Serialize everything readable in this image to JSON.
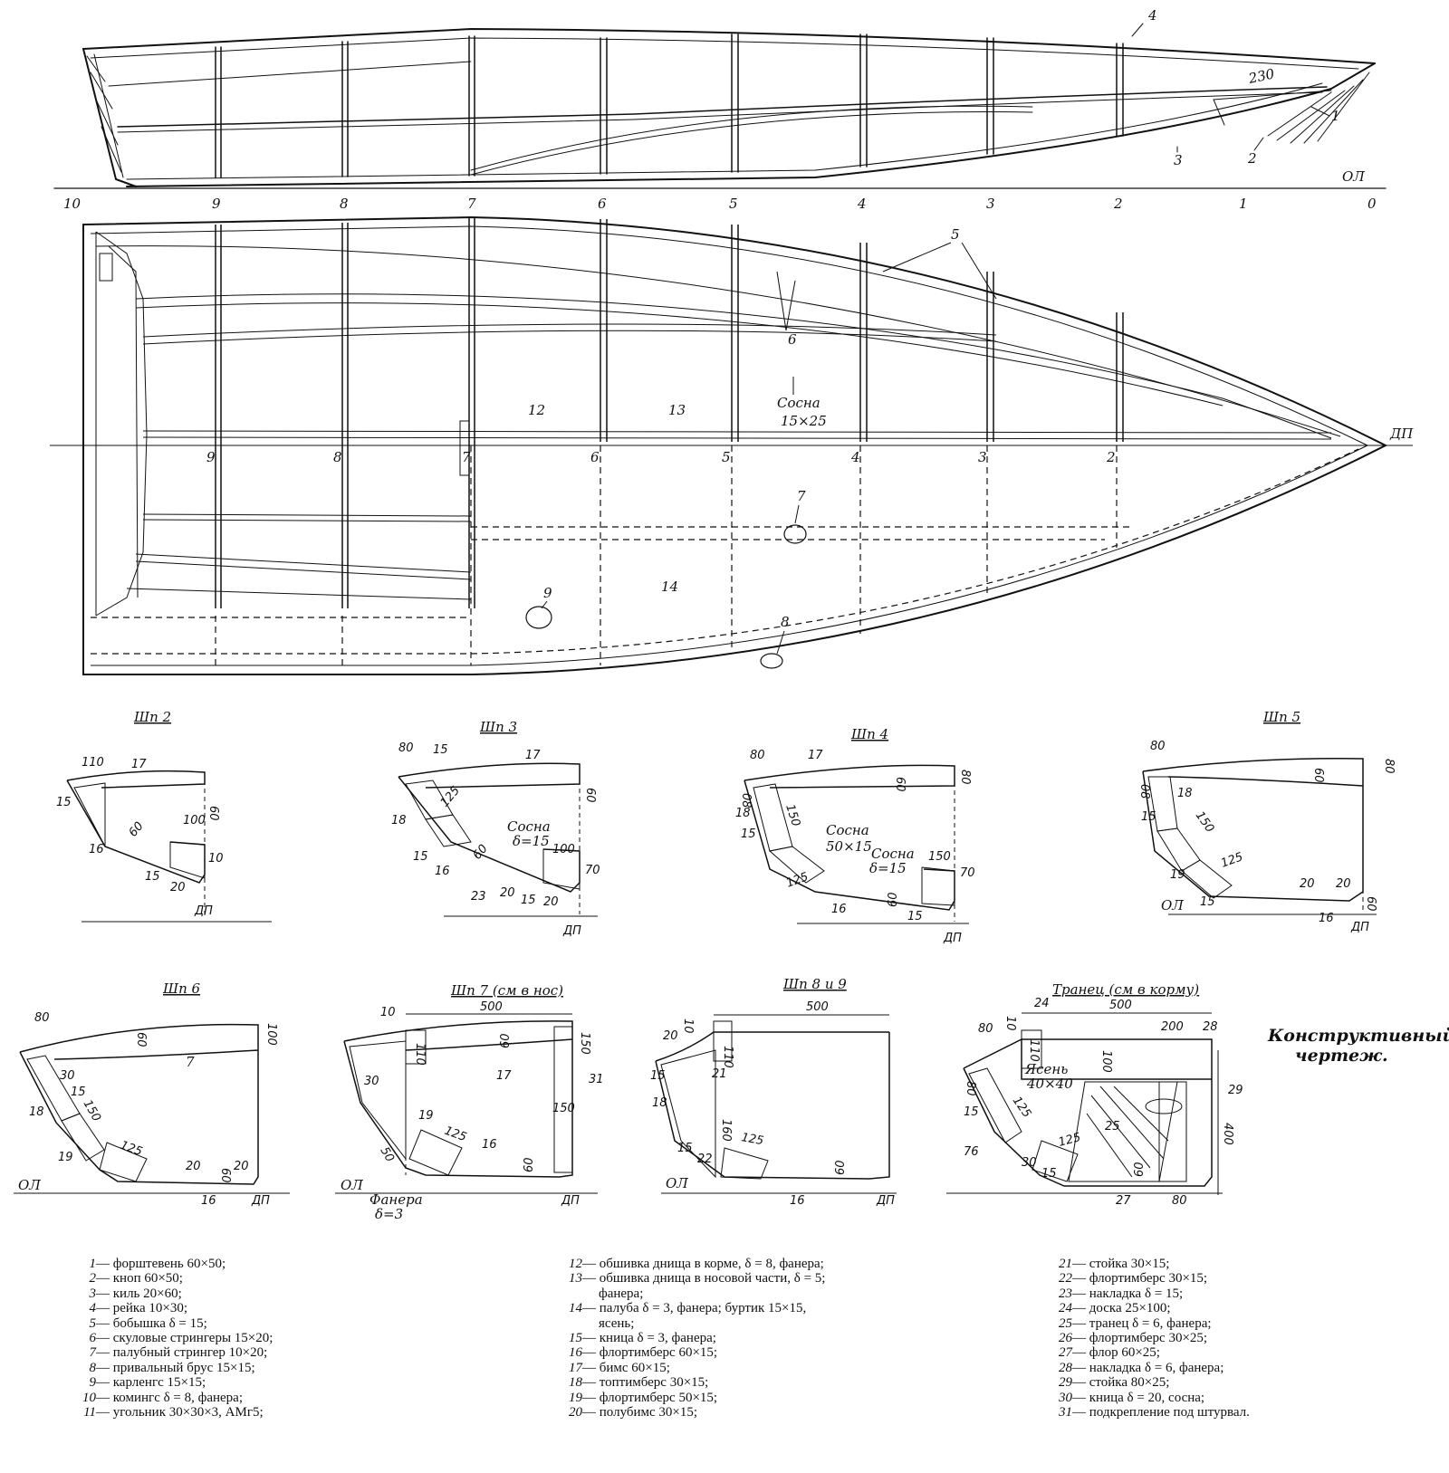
{
  "title": "Конструктивный чертеж.",
  "profile": {
    "stations": [
      "10",
      "9",
      "8",
      "7",
      "6",
      "5",
      "4",
      "3",
      "2",
      "1",
      "0"
    ],
    "baseline_label": "ОЛ",
    "dimension": "230",
    "callouts": [
      "4",
      "1",
      "2",
      "3"
    ]
  },
  "plan": {
    "stations": [
      "9",
      "8",
      "7",
      "6",
      "5",
      "4",
      "3",
      "2"
    ],
    "centerline_label": "ДП",
    "panel_labels": [
      "12",
      "13",
      "14"
    ],
    "callouts": [
      "5",
      "6",
      "7",
      "8",
      "9"
    ],
    "material_label": "Сосна",
    "material_size": "15×25"
  },
  "sections": [
    {
      "title": "Шп 2",
      "labels": [
        "110",
        "17",
        "60",
        "15",
        "16",
        "60",
        "100",
        "15",
        "20",
        "10",
        "ДП"
      ]
    },
    {
      "title": "Шп 3",
      "labels": [
        "80",
        "15",
        "17",
        "60",
        "18",
        "125",
        "Сосна",
        "δ=15",
        "100",
        "15",
        "16",
        "60",
        "23",
        "20",
        "15",
        "20",
        "70",
        "ДП"
      ]
    },
    {
      "title": "Шп 4",
      "labels": [
        "80",
        "17",
        "60",
        "80",
        "08",
        "18",
        "15",
        "150",
        "Сосна",
        "50×15",
        "Сосна",
        "δ=15",
        "150",
        "125",
        "16",
        "60",
        "70",
        "15",
        "ДП"
      ]
    },
    {
      "title": "Шп 5",
      "labels": [
        "80",
        "60",
        "80",
        "08",
        "18",
        "15",
        "150",
        "19",
        "125",
        "15",
        "20",
        "20",
        "ОЛ",
        "60",
        "16",
        "ДП"
      ]
    },
    {
      "title": "Шп 6",
      "labels": [
        "80",
        "60",
        "100",
        "7",
        "30",
        "15",
        "18",
        "150",
        "19",
        "125",
        "20",
        "20",
        "60",
        "ОЛ",
        "16",
        "ДП"
      ]
    },
    {
      "title": "Шп 7 (см в нос)",
      "labels": [
        "10",
        "500",
        "60",
        "110",
        "150",
        "17",
        "31",
        "30",
        "150",
        "19",
        "125",
        "16",
        "50",
        "60",
        "ОЛ",
        "Фанера",
        "δ=3",
        "ДП"
      ]
    },
    {
      "title": "Шп 8 и 9",
      "labels": [
        "500",
        "10",
        "20",
        "110",
        "15",
        "21",
        "18",
        "160",
        "125",
        "15",
        "22",
        "60",
        "ОЛ",
        "16",
        "ДП"
      ]
    },
    {
      "title": "Транец (см в корму)",
      "labels": [
        "24",
        "500",
        "80",
        "10",
        "200",
        "28",
        "110",
        "100",
        "Ясень",
        "40×40",
        "80",
        "29",
        "15",
        "125",
        "25",
        "400",
        "76",
        "125",
        "30",
        "15",
        "60",
        "27",
        "80"
      ]
    }
  ],
  "legend": {
    "col1": [
      {
        "n": "1",
        "t": "— форштевень 60×50;"
      },
      {
        "n": "2",
        "t": "— кноп 60×50;"
      },
      {
        "n": "3",
        "t": "— киль 20×60;"
      },
      {
        "n": "4",
        "t": "— рейка 10×30;"
      },
      {
        "n": "5",
        "t": "— бобышка δ = 15;"
      },
      {
        "n": "6",
        "t": "— скуловые стрингеры 15×20;"
      },
      {
        "n": "7",
        "t": "— палубный стрингер 10×20;"
      },
      {
        "n": "8",
        "t": "— привальный брус 15×15;"
      },
      {
        "n": "9",
        "t": "— карленгс 15×15;"
      },
      {
        "n": "10",
        "t": "— комингс δ = 8, фанера;"
      },
      {
        "n": "11",
        "t": "— угольник 30×30×3, АМг5;"
      }
    ],
    "col2": [
      {
        "n": "12",
        "t": "— обшивка днища в корме, δ = 8, фанера;"
      },
      {
        "n": "13",
        "t": "— обшивка днища в носовой части, δ = 5;"
      },
      {
        "n": "",
        "t": "фанера;"
      },
      {
        "n": "14",
        "t": "— палуба  δ = 3,  фанера;  буртик  15×15,"
      },
      {
        "n": "",
        "t": "ясень;"
      },
      {
        "n": "15",
        "t": "— кница δ = 3, фанера;"
      },
      {
        "n": "16",
        "t": "— флортимберс 60×15;"
      },
      {
        "n": "17",
        "t": "— бимс 60×15;"
      },
      {
        "n": "18",
        "t": "— топтимберс 30×15;"
      },
      {
        "n": "19",
        "t": "— флортимберс 50×15;"
      },
      {
        "n": "20",
        "t": "— полубимс 30×15;"
      }
    ],
    "col3": [
      {
        "n": "21",
        "t": "— стойка 30×15;"
      },
      {
        "n": "22",
        "t": "— флортимберс 30×15;"
      },
      {
        "n": "23",
        "t": "— накладка δ = 15;"
      },
      {
        "n": "24",
        "t": "— доска 25×100;"
      },
      {
        "n": "25",
        "t": "— транец δ = 6, фанера;"
      },
      {
        "n": "26",
        "t": "— флортимберс 30×25;"
      },
      {
        "n": "27",
        "t": "— флор 60×25;"
      },
      {
        "n": "28",
        "t": "— накладка δ = 6, фанера;"
      },
      {
        "n": "29",
        "t": "— стойка 80×25;"
      },
      {
        "n": "30",
        "t": "— кница δ = 20, сосна;"
      },
      {
        "n": "31",
        "t": "— подкрепление под штурвал."
      }
    ]
  }
}
